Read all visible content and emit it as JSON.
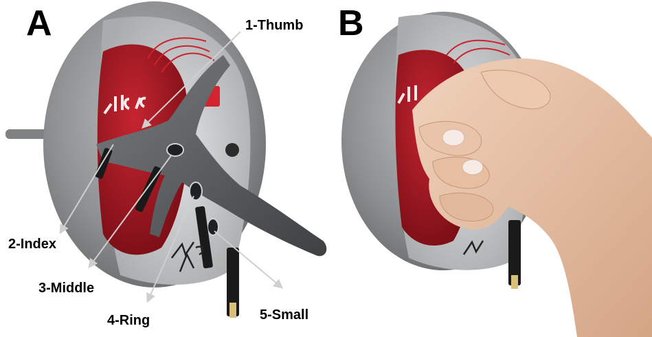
{
  "panels": {
    "a": {
      "letter": "A"
    },
    "b": {
      "letter": "B"
    }
  },
  "labels": {
    "thumb": "1-Thumb",
    "index": "2-Index",
    "middle": "3-Middle",
    "ring": "4-Ring",
    "small": "5-Small"
  },
  "colors": {
    "bell_metal": "#8d8f91",
    "bell_inner": "#c9cbcc",
    "pad_red": "#b01a24",
    "grip": "#5e6163",
    "skin": "#e8c2a7",
    "arrow": "#c9c9c9"
  }
}
